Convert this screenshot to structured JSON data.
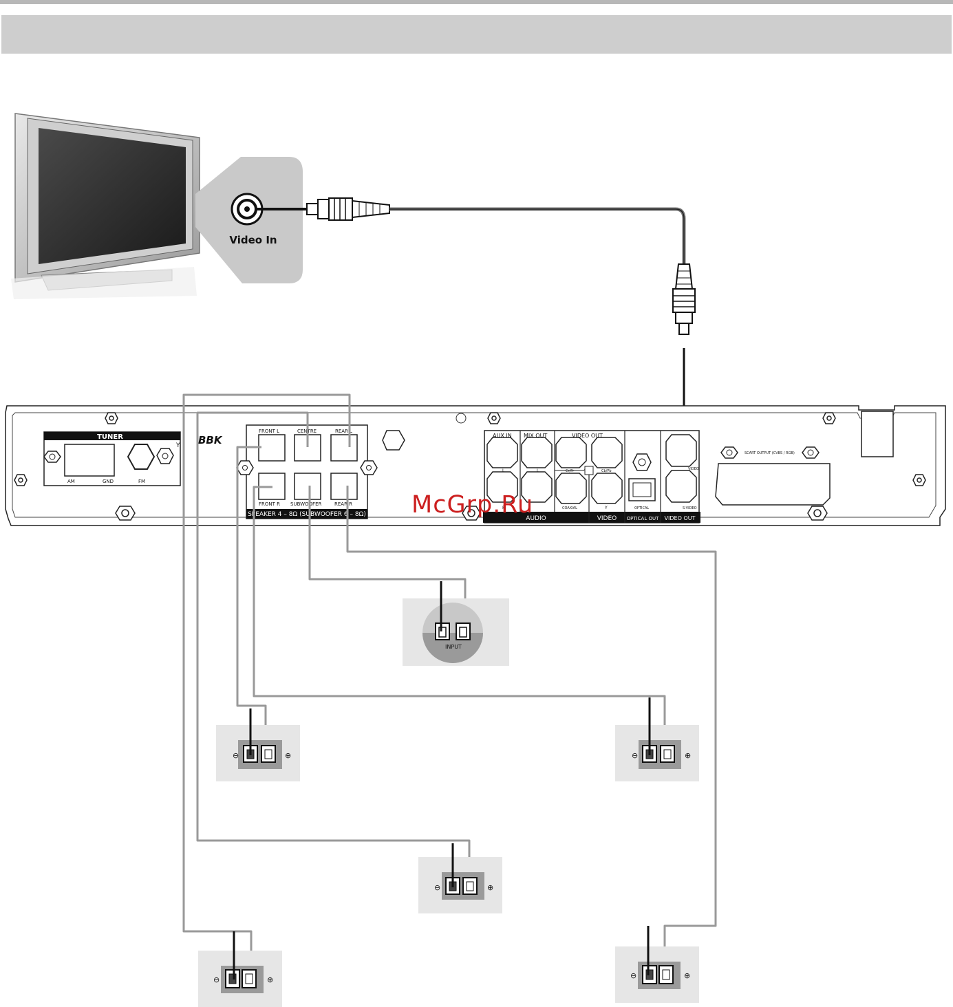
{
  "tv_callout": {
    "jack_label": "Video In"
  },
  "brand": "BBK",
  "tuner": {
    "title": "TUNER",
    "am": "AM",
    "gnd": "GND",
    "fm": "FM"
  },
  "speaker_block": {
    "front_l": "FRONT L",
    "centre": "CENTRE",
    "rear_l": "REAR L",
    "front_r": "FRONT R",
    "subwoofer": "SUBWOOFER",
    "rear_r": "REAR R",
    "spec": "SPEAKER 4 – 8Ω (SUBWOOFER 6 – 8Ω)"
  },
  "audio_video_panel": {
    "aux_in": "AUX IN",
    "mix_out": "MIX OUT",
    "video_out": "VIDEO OUT",
    "l1": "L",
    "l2": "L",
    "r": "R",
    "cr_pr": "Cr/Pr",
    "cb_pb": "Cb/Pb",
    "coaxial": "COAXIAL",
    "y": "Y",
    "optical": "OPTICAL",
    "video": "VIDEO",
    "s_video": "S-VIDEO",
    "audio_footer": "AUDIO",
    "video_footer": "VIDEO",
    "optical_out_footer": "OPTICAL OUT",
    "video_out_footer": "VIDEO OUT"
  },
  "scart": {
    "label": "SCART OUTPUT (CVBS / RGB)"
  },
  "subwoofer_terminal": {
    "label": "INPUT"
  },
  "terminal_signs": {
    "minus": "⊖",
    "plus": "⊕"
  },
  "watermark": "McGrp.Ru"
}
